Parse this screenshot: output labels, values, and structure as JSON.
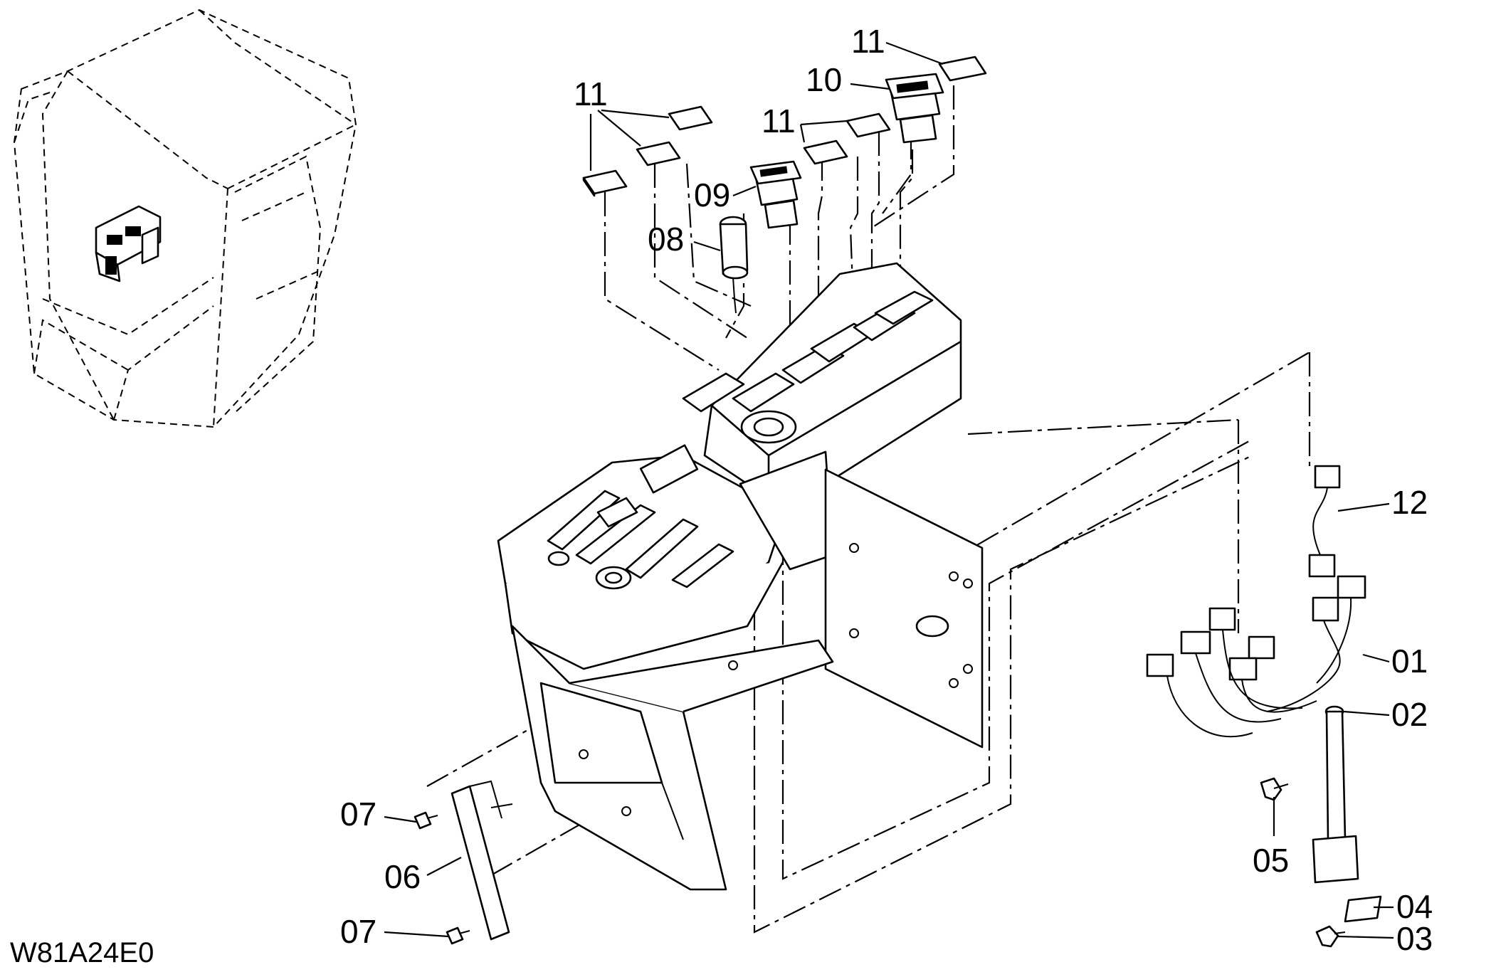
{
  "diagram": {
    "code": "W81A24E0",
    "callouts": {
      "c01": "01",
      "c02": "02",
      "c03": "03",
      "c04": "04",
      "c05": "05",
      "c06": "06",
      "c07a": "07",
      "c07b": "07",
      "c08": "08",
      "c09": "09",
      "c10": "10",
      "c11a": "11",
      "c11b": "11",
      "c11c": "11",
      "c12": "12"
    }
  }
}
